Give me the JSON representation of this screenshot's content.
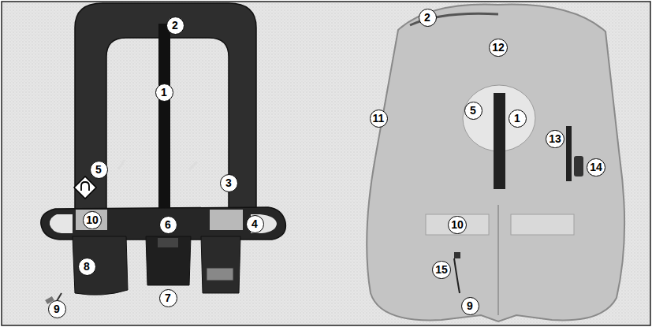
{
  "diagram": {
    "labels": [
      "2",
      "1",
      "5",
      "3",
      "4",
      "10",
      "6",
      "8",
      "7",
      "9",
      "2",
      "12",
      "5",
      "1",
      "11",
      "13",
      "14",
      "10",
      "15",
      "9"
    ]
  }
}
